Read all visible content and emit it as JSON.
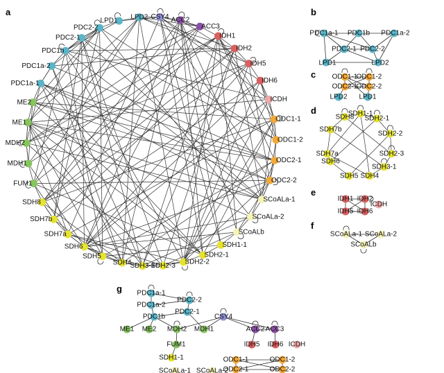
{
  "colors": {
    "blue": "#5bb5c8",
    "red": "#d96060",
    "yellow": "#e6e330",
    "green": "#86c55e",
    "purple": "#8a4fa3",
    "lavender": "#8f8fd4",
    "orange": "#f2a93b",
    "pink": "#efa9a9",
    "pale": "#f5f3b6",
    "edge": "#333333"
  },
  "panels": {
    "a": {
      "label": "a",
      "nodes": [
        {
          "id": "CSY4",
          "c": "lavender"
        },
        {
          "id": "ACC2",
          "c": "purple"
        },
        {
          "id": "ACC3",
          "c": "purple"
        },
        {
          "id": "IDH1",
          "c": "red"
        },
        {
          "id": "IDH2",
          "c": "red"
        },
        {
          "id": "IDH5",
          "c": "red"
        },
        {
          "id": "IDH6",
          "c": "red"
        },
        {
          "id": "ICDH",
          "c": "pink"
        },
        {
          "id": "ODC1-1",
          "c": "orange"
        },
        {
          "id": "ODC1-2",
          "c": "orange"
        },
        {
          "id": "ODC2-1",
          "c": "orange"
        },
        {
          "id": "ODC2-2",
          "c": "orange"
        },
        {
          "id": "SCoALa-1",
          "c": "pale"
        },
        {
          "id": "SCoALa-2",
          "c": "pale"
        },
        {
          "id": "SCoALb",
          "c": "pale"
        },
        {
          "id": "SDH1-1",
          "c": "yellow"
        },
        {
          "id": "SDH2-1",
          "c": "yellow"
        },
        {
          "id": "SDH2-2",
          "c": "yellow"
        },
        {
          "id": "SDH2-3",
          "c": "yellow"
        },
        {
          "id": "SDH3-1",
          "c": "yellow"
        },
        {
          "id": "SDH4",
          "c": "yellow"
        },
        {
          "id": "SDH5",
          "c": "yellow"
        },
        {
          "id": "SDH6",
          "c": "yellow"
        },
        {
          "id": "SDH7a",
          "c": "yellow"
        },
        {
          "id": "SDH7b",
          "c": "yellow"
        },
        {
          "id": "SDH8",
          "c": "yellow"
        },
        {
          "id": "FUM1",
          "c": "green"
        },
        {
          "id": "MDH1",
          "c": "green"
        },
        {
          "id": "MDH2",
          "c": "green"
        },
        {
          "id": "ME1",
          "c": "green"
        },
        {
          "id": "ME2",
          "c": "green"
        },
        {
          "id": "PDC1a-1",
          "c": "blue"
        },
        {
          "id": "PDC1a-2",
          "c": "blue"
        },
        {
          "id": "PDC1b",
          "c": "blue"
        },
        {
          "id": "PDC2-1",
          "c": "blue"
        },
        {
          "id": "PDC2-2",
          "c": "blue"
        },
        {
          "id": "LPD1",
          "c": "blue"
        },
        {
          "id": "LPD2",
          "c": "blue"
        }
      ]
    },
    "b": {
      "label": "b",
      "nodes": [
        {
          "id": "PDC1a-1",
          "c": "blue"
        },
        {
          "id": "PDC1b",
          "c": "blue"
        },
        {
          "id": "PDC1a-2",
          "c": "blue"
        },
        {
          "id": "PDC2-1",
          "c": "blue"
        },
        {
          "id": "PDC2-2",
          "c": "blue"
        },
        {
          "id": "LPD1",
          "c": "blue"
        },
        {
          "id": "LPD2",
          "c": "blue"
        }
      ]
    },
    "c": {
      "label": "c",
      "nodes": [
        {
          "id": "ODC1-1",
          "c": "orange"
        },
        {
          "id": "ODC1-2",
          "c": "orange"
        },
        {
          "id": "ODC2-1",
          "c": "orange"
        },
        {
          "id": "ODC2-2",
          "c": "orange"
        },
        {
          "id": "LPD2",
          "c": "blue"
        },
        {
          "id": "LPD1",
          "c": "blue"
        }
      ]
    },
    "d": {
      "label": "d",
      "nodes": [
        {
          "id": "SDH1-1",
          "c": "yellow"
        },
        {
          "id": "SDH8",
          "c": "yellow"
        },
        {
          "id": "SDH2-1",
          "c": "yellow"
        },
        {
          "id": "SDH7b",
          "c": "yellow"
        },
        {
          "id": "SDH2-2",
          "c": "yellow"
        },
        {
          "id": "SDH7a",
          "c": "yellow"
        },
        {
          "id": "SDH2-3",
          "c": "yellow"
        },
        {
          "id": "SDH6",
          "c": "yellow"
        },
        {
          "id": "SDH3-1",
          "c": "yellow"
        },
        {
          "id": "SDH5",
          "c": "yellow"
        },
        {
          "id": "SDH4",
          "c": "yellow"
        }
      ]
    },
    "e": {
      "label": "e",
      "nodes": [
        {
          "id": "IDH1",
          "c": "red"
        },
        {
          "id": "IDH2",
          "c": "red"
        },
        {
          "id": "ICDH",
          "c": "pink"
        },
        {
          "id": "IDH5",
          "c": "red"
        },
        {
          "id": "IDH6",
          "c": "red"
        }
      ]
    },
    "f": {
      "label": "f",
      "nodes": [
        {
          "id": "SCoALa-1",
          "c": "pale"
        },
        {
          "id": "SCoALa-2",
          "c": "pale"
        },
        {
          "id": "SCoALb",
          "c": "pale"
        }
      ]
    },
    "g": {
      "label": "g",
      "nodes": [
        {
          "id": "PDC1a-1",
          "c": "blue"
        },
        {
          "id": "PDC1a-2",
          "c": "blue"
        },
        {
          "id": "PDC2-2",
          "c": "blue"
        },
        {
          "id": "PDC1b",
          "c": "blue"
        },
        {
          "id": "PDC2-1",
          "c": "blue"
        },
        {
          "id": "CSY4",
          "c": "lavender"
        },
        {
          "id": "ME1",
          "c": "green"
        },
        {
          "id": "ME2",
          "c": "green"
        },
        {
          "id": "MDH2",
          "c": "green"
        },
        {
          "id": "MDH1",
          "c": "green"
        },
        {
          "id": "ACC2",
          "c": "purple"
        },
        {
          "id": "ACC3",
          "c": "purple"
        },
        {
          "id": "FUM1",
          "c": "green"
        },
        {
          "id": "IDH5",
          "c": "red"
        },
        {
          "id": "IDH6",
          "c": "red"
        },
        {
          "id": "ICDH",
          "c": "pink"
        },
        {
          "id": "SDH1-1",
          "c": "yellow"
        },
        {
          "id": "ODC1-1",
          "c": "orange"
        },
        {
          "id": "ODC1-2",
          "c": "orange"
        },
        {
          "id": "SCoALa-1",
          "c": "pale"
        },
        {
          "id": "SCoALa-2",
          "c": "pale"
        },
        {
          "id": "ODC2-1",
          "c": "orange"
        },
        {
          "id": "ODC2-2",
          "c": "orange"
        }
      ]
    }
  }
}
